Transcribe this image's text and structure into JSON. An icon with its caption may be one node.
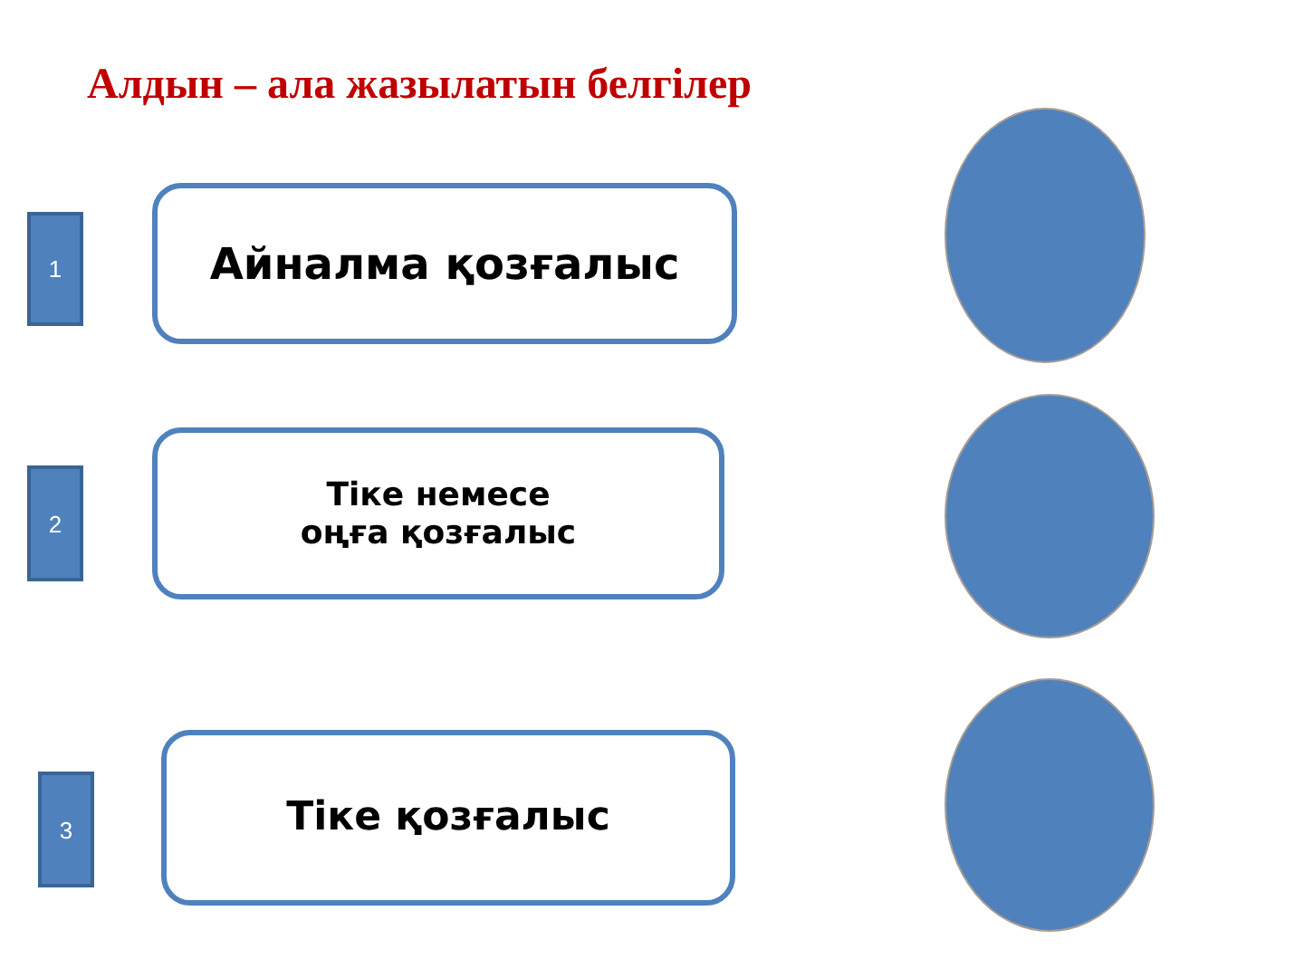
{
  "diagram": {
    "title": "Алдын – ала жазылатын белгілер",
    "nodes": [
      {
        "text": [
          "1"
        ]
      },
      {
        "text": [
          "Айналма қозғалыс"
        ]
      },
      {
        "text": [],
        "shape": "circle"
      },
      {
        "text": [
          "2"
        ]
      },
      {
        "text": [
          "Тіке немесе оңға қозғалыс"
        ]
      },
      {
        "text": [],
        "shape": "circle"
      },
      {
        "text": [
          "3"
        ]
      },
      {
        "text": [
          "Тіке қозғалыс"
        ]
      },
      {
        "text": [],
        "shape": "circle"
      }
    ]
  }
}
